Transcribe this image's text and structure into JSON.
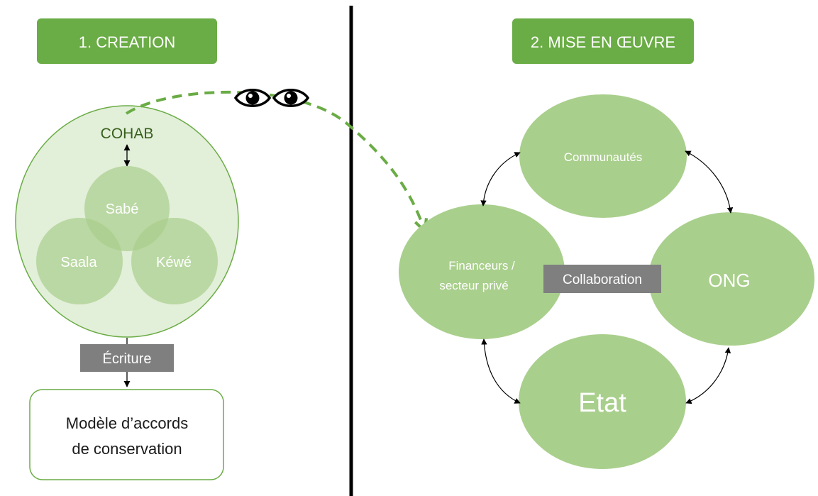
{
  "creation": {
    "header": "1. CREATION",
    "cohab": "COHAB",
    "circles": {
      "top": "Sabé",
      "left": "Saala",
      "right": "Kéwé"
    },
    "writing_label": "Écriture",
    "model_line1": "Modèle d’accords",
    "model_line2": "de conservation"
  },
  "implementation": {
    "header": "2. MISE EN ŒUVRE",
    "communities": "Communautés",
    "funders_line1": "Financeurs /",
    "funders_line2": "secteur privé",
    "collaboration": "Collaboration",
    "ngo": "ONG",
    "state": "Etat"
  },
  "colors": {
    "header_green": "#6aac45",
    "node_green": "#a9cf8c",
    "circle_light": "#cfe5c0",
    "circle_outline": "#6aac45",
    "label_grey": "#7f7f7f",
    "cohab_green": "#375f1b",
    "divider": "#000000"
  },
  "icons": [
    "eye-icon",
    "eye-icon"
  ]
}
